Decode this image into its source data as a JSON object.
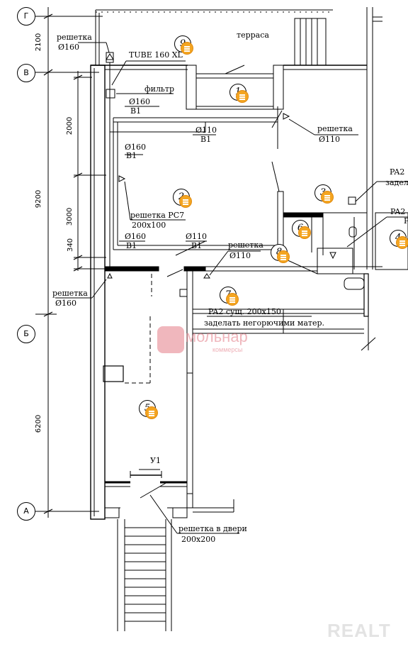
{
  "axes": {
    "g": "Г",
    "v": "В",
    "b": "Б",
    "a": "А"
  },
  "dims": {
    "d1": "2100",
    "d2": "2000",
    "d3": "9200",
    "d4": "3000",
    "d5": "340",
    "d6": "6200"
  },
  "labels": {
    "terrace": "терраса",
    "grille_top": "решетка",
    "grille_top_d": "Ø160",
    "tube": "TUBE 160 XL",
    "filter": "фильтр",
    "p1a": "Ø160",
    "p1b": "B1",
    "p2a": "Ø110",
    "p2b": "B1",
    "grille_right": "решетка",
    "grille_right_d": "Ø110",
    "p3a": "Ø160",
    "p3b": "B1",
    "rc7a": "решетка PC7",
    "rc7b": "200x100",
    "p4a": "Ø160",
    "p4b": "B1",
    "p5a": "Ø110",
    "p5b": "B1",
    "grille_mid": "решетка",
    "grille_mid_d": "Ø110",
    "grille_left": "решетка",
    "grille_left_d": "Ø160",
    "pa2_note1": "PA2 сущ. 200x150",
    "pa2_note2": "заделать негорючими матер.",
    "pa2_r1": "PA2",
    "pa2_r1b": "задела",
    "pa2_r2": "PA2",
    "pa2_r2b": "P",
    "u1": "У1",
    "door_grille": "решетка в двери",
    "door_grille_d": "200x200"
  },
  "pins": [
    "9",
    "1",
    "2",
    "3",
    "6",
    "8",
    "4",
    "7",
    "5"
  ],
  "watermark": {
    "brand": "мольнар",
    "sub": "коммерсы",
    "corner": "REALT"
  },
  "colors": {
    "badge": "#f4a521",
    "watermark": "#e37b86"
  }
}
